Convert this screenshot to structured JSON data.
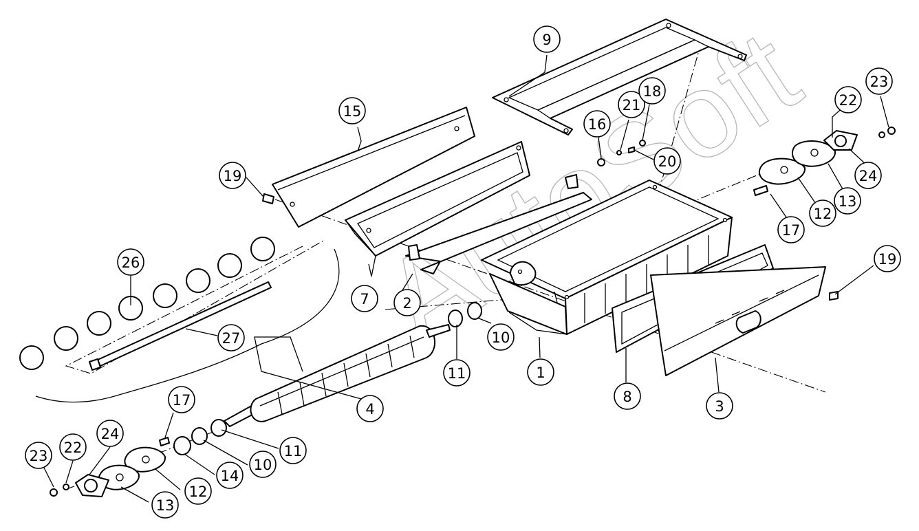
{
  "diagram": {
    "watermark": "AutoSoft",
    "colors": {
      "line": "#000000",
      "background": "#ffffff",
      "watermark": "#b9b9b9"
    },
    "callouts": [
      {
        "id": "c9",
        "label": "9"
      },
      {
        "id": "c15",
        "label": "15"
      },
      {
        "id": "c19a",
        "label": "19"
      },
      {
        "id": "c16",
        "label": "16"
      },
      {
        "id": "c21",
        "label": "21"
      },
      {
        "id": "c18",
        "label": "18"
      },
      {
        "id": "c20",
        "label": "20"
      },
      {
        "id": "c22a",
        "label": "22"
      },
      {
        "id": "c23a",
        "label": "23"
      },
      {
        "id": "c24a",
        "label": "24"
      },
      {
        "id": "c13a",
        "label": "13"
      },
      {
        "id": "c12a",
        "label": "12"
      },
      {
        "id": "c17a",
        "label": "17"
      },
      {
        "id": "c19b",
        "label": "19"
      },
      {
        "id": "c26",
        "label": "26"
      },
      {
        "id": "c27",
        "label": "27"
      },
      {
        "id": "c7",
        "label": "7"
      },
      {
        "id": "c2",
        "label": "2"
      },
      {
        "id": "c11a",
        "label": "11"
      },
      {
        "id": "c10a",
        "label": "10"
      },
      {
        "id": "c1",
        "label": "1"
      },
      {
        "id": "c8",
        "label": "8"
      },
      {
        "id": "c3",
        "label": "3"
      },
      {
        "id": "c4",
        "label": "4"
      },
      {
        "id": "c17b",
        "label": "17"
      },
      {
        "id": "c11b",
        "label": "11"
      },
      {
        "id": "c10b",
        "label": "10"
      },
      {
        "id": "c14",
        "label": "14"
      },
      {
        "id": "c12b",
        "label": "12"
      },
      {
        "id": "c13b",
        "label": "13"
      },
      {
        "id": "c24b",
        "label": "24"
      },
      {
        "id": "c22b",
        "label": "22"
      },
      {
        "id": "c23b",
        "label": "23"
      }
    ]
  }
}
